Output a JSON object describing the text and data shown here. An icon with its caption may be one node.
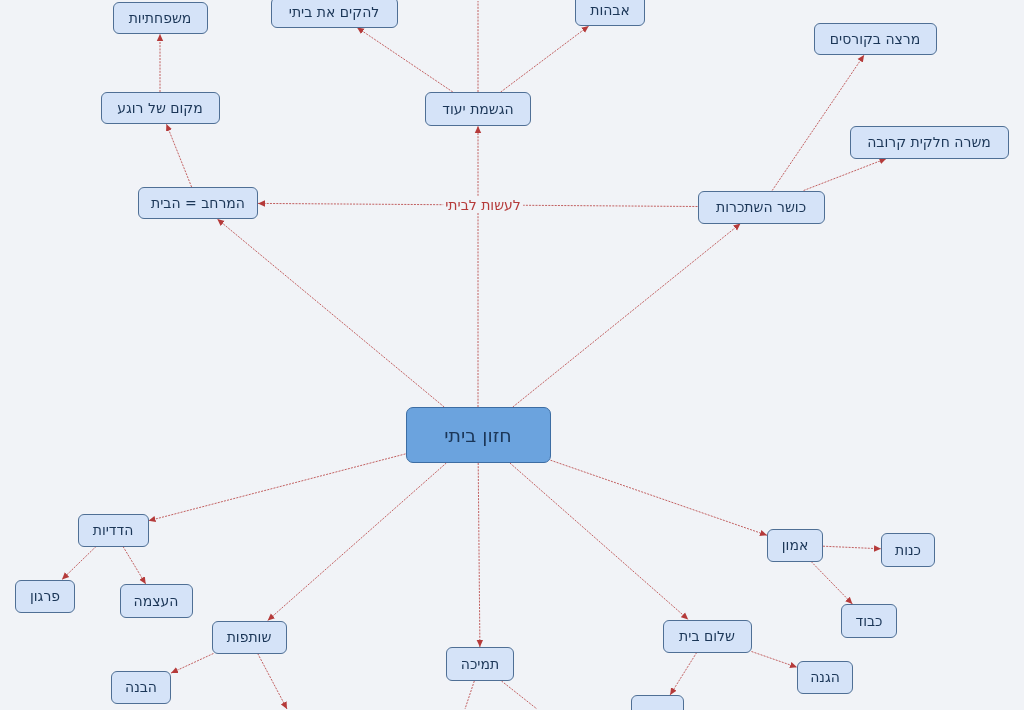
{
  "diagram": {
    "nodes": [
      {
        "text": [
          "משפחתיות"
        ]
      },
      {
        "text": [
          "להקים את ביתי"
        ]
      },
      {
        "text": [
          "אבהות"
        ]
      },
      {
        "text": [
          "מרצה בקורסים"
        ]
      },
      {
        "text": [
          "מקום של רוגע"
        ]
      },
      {
        "text": [
          "הגשמת יעוד"
        ]
      },
      {
        "text": [
          "משרה חלקית קרובה"
        ]
      },
      {
        "text": [
          "המרחב = הבית"
        ]
      },
      {
        "text": [
          "כושר השתכרות"
        ]
      },
      {
        "text": [
          "חזון ביתי"
        ]
      },
      {
        "text": [
          "הדדיות"
        ]
      },
      {
        "text": [
          "אמון"
        ]
      },
      {
        "text": [
          "כנות"
        ]
      },
      {
        "text": [
          "פרגון"
        ]
      },
      {
        "text": [
          "העצמה"
        ]
      },
      {
        "text": [
          "כבוד"
        ]
      },
      {
        "text": [
          "שותפות"
        ]
      },
      {
        "text": [
          "שלום בית"
        ]
      },
      {
        "text": [
          "תמיכה"
        ]
      },
      {
        "text": [
          "הגנה"
        ]
      },
      {
        "text": [
          "הבנה"
        ]
      },
      {
        "text": [],
        "shape": "box"
      }
    ],
    "edges": [
      {
        "from": 9,
        "to": 7,
        "arrow": "to"
      },
      {
        "from": 9,
        "to": 5,
        "arrow": "to"
      },
      {
        "from": 9,
        "to": 8,
        "arrow": "to"
      },
      {
        "from": 7,
        "to": 4,
        "arrow": "to"
      },
      {
        "from": 4,
        "to": 0,
        "arrow": "to"
      },
      {
        "from": 5,
        "to": 1,
        "arrow": "to"
      },
      {
        "from": 5,
        "to": 2,
        "arrow": "to"
      },
      {
        "from": 5,
        "to": null,
        "arrow": "none"
      },
      {
        "from": 8,
        "to": 3,
        "arrow": "to"
      },
      {
        "from": 8,
        "to": 6,
        "arrow": "to"
      },
      {
        "from": 8,
        "to": 7,
        "arrow": "to",
        "label": "לעשות לביתי"
      },
      {
        "from": 9,
        "to": 10,
        "arrow": "to"
      },
      {
        "from": 9,
        "to": 16,
        "arrow": "to"
      },
      {
        "from": 9,
        "to": 18,
        "arrow": "to"
      },
      {
        "from": 9,
        "to": 17,
        "arrow": "to"
      },
      {
        "from": 9,
        "to": 11,
        "arrow": "to"
      },
      {
        "from": 10,
        "to": 13,
        "arrow": "to"
      },
      {
        "from": 10,
        "to": 14,
        "arrow": "to"
      },
      {
        "from": 11,
        "to": 12,
        "arrow": "to"
      },
      {
        "from": 11,
        "to": 15,
        "arrow": "to"
      },
      {
        "from": 17,
        "to": 19,
        "arrow": "to"
      },
      {
        "from": 17,
        "to": 21,
        "arrow": "to"
      },
      {
        "from": 16,
        "to": 20,
        "arrow": "to"
      },
      {
        "from": 16,
        "to": null,
        "arrow": "to"
      },
      {
        "from": 18,
        "to": null,
        "arrow": "none"
      },
      {
        "from": 18,
        "to": null,
        "arrow": "none"
      }
    ]
  }
}
